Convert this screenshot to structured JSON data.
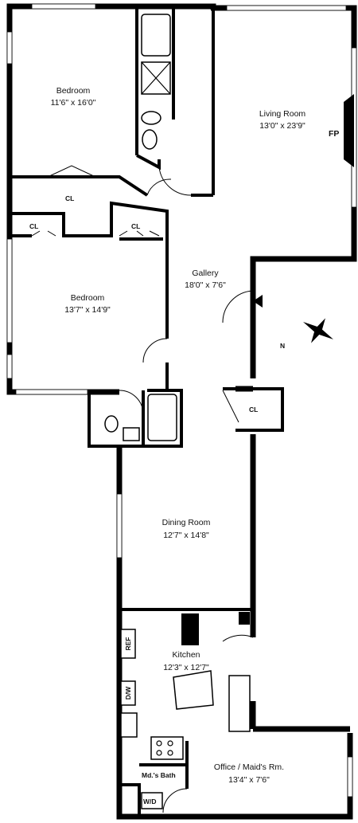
{
  "rooms": {
    "bedroom1": {
      "name": "Bedroom",
      "dims": "11'6\" x 16'0\""
    },
    "living": {
      "name": "Living Room",
      "dims": "13'0\" x 23'9\""
    },
    "fp": "FP",
    "cl_top": "CL",
    "cl_left": "CL",
    "cl_mid": "CL",
    "bedroom2": {
      "name": "Bedroom",
      "dims": "13'7\" x 14'9\""
    },
    "gallery": {
      "name": "Gallery",
      "dims": "18'0\" x 7'6\""
    },
    "cl_gallery": "CL",
    "dining": {
      "name": "Dining Room",
      "dims": "12'7\" x 14'8\""
    },
    "kitchen": {
      "name": "Kitchen",
      "dims": "12'3\" x 12'7\""
    },
    "ref": "REF",
    "dw": "D/W",
    "office": {
      "name": "Office / Maid's Rm.",
      "dims": "13'4\" x 7'6\""
    },
    "mdbath": "Md.'s Bath",
    "wd": "W/D"
  },
  "compass": {
    "label": "N"
  }
}
